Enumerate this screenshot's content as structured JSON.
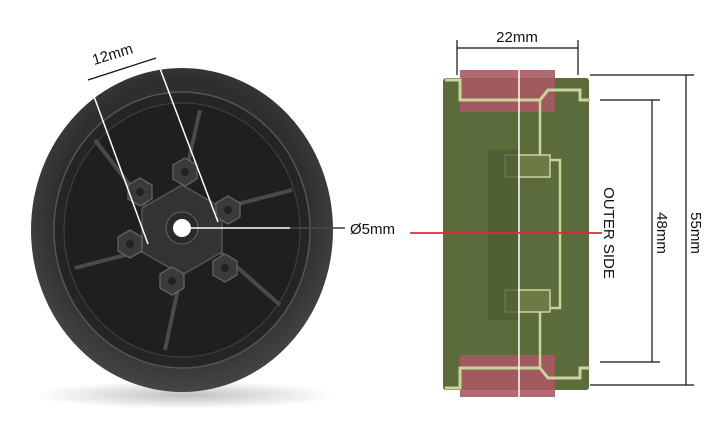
{
  "labels": {
    "hub_spacing": "12mm",
    "axle_diameter": "Ø5mm",
    "width": "22mm",
    "outer_side": "OUTER SIDE",
    "rim_diameter": "48mm",
    "tire_diameter": "55mm"
  },
  "colors": {
    "tire": "#3b3b3b",
    "rim": "#2a2a2a",
    "section_body": "#5b6b3c",
    "section_tire": "#a85a63",
    "section_outline": "#c9d49a",
    "center_line": "#e0283a"
  }
}
